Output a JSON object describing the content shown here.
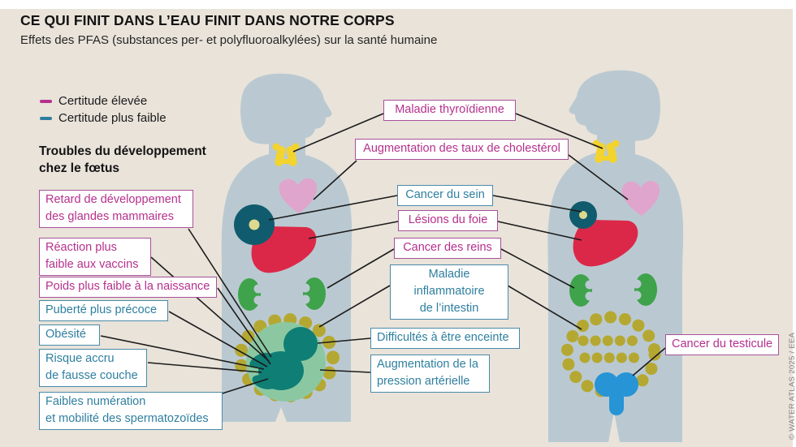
{
  "title": "CE QUI FINIT DANS L’EAU FINIT DANS NOTRE CORPS",
  "subtitle": "Effets des PFAS (substances per- et polyfluoroalkylées) sur la santé humaine",
  "legend": {
    "high": "Certitude élevée",
    "low": "Certitude plus faible"
  },
  "section_header": [
    "Troubles du développement",
    "chez le fœtus"
  ],
  "labels": [
    {
      "id": "mammary",
      "certainty": "high",
      "lines": [
        "Retard de développement",
        "des glandes mammaires"
      ]
    },
    {
      "id": "vaccines",
      "certainty": "high",
      "lines": [
        "Réaction plus",
        "faible aux vaccins"
      ]
    },
    {
      "id": "birth-weight",
      "certainty": "high",
      "lines": [
        "Poids plus faible à la naissance"
      ]
    },
    {
      "id": "puberty",
      "certainty": "low",
      "lines": [
        "Puberté plus précoce"
      ]
    },
    {
      "id": "obesity",
      "certainty": "low",
      "lines": [
        "Obésité"
      ]
    },
    {
      "id": "miscarriage",
      "certainty": "low",
      "lines": [
        "Risque accru",
        "de fausse couche"
      ]
    },
    {
      "id": "sperm",
      "certainty": "low",
      "lines": [
        "Faibles numération",
        "et mobilité des spermatozoïdes"
      ]
    },
    {
      "id": "thyroid-disease",
      "certainty": "high",
      "lines": [
        "Maladie thyroïdienne"
      ]
    },
    {
      "id": "cholesterol",
      "certainty": "high",
      "lines": [
        "Augmentation des taux de cholestérol"
      ]
    },
    {
      "id": "breast-cancer",
      "certainty": "low",
      "lines": [
        "Cancer du sein"
      ]
    },
    {
      "id": "liver-damage",
      "certainty": "high",
      "lines": [
        "Lésions du foie"
      ]
    },
    {
      "id": "kidney-cancer",
      "certainty": "high",
      "lines": [
        "Cancer des reins"
      ]
    },
    {
      "id": "ibd",
      "certainty": "low",
      "lines": [
        "Maladie",
        "inflammatoire",
        "de l’intestin"
      ]
    },
    {
      "id": "pregnancy",
      "certainty": "low",
      "lines": [
        "Difficultés à être enceinte"
      ]
    },
    {
      "id": "blood-pressure",
      "certainty": "low",
      "lines": [
        "Augmentation de la",
        "pression artérielle"
      ]
    },
    {
      "id": "testicular-cancer",
      "certainty": "high",
      "lines": [
        "Cancer du testicule"
      ]
    }
  ],
  "credit": "© WATER ATLAS 2025 / EEA",
  "colors": {
    "background": "#e9e3da",
    "body": "#bac9d1",
    "high_certainty": "#b5308c",
    "high_border": "#a8519a",
    "low_certainty": "#2e7f9f",
    "low_border": "#4a8aa8",
    "line": "#1c1c1c",
    "thyroid": "#f3d32e",
    "heart": "#dfa5cd",
    "breast": "#115b6e",
    "nipple": "#ddd98f",
    "liver": "#dc2848",
    "kidney": "#3ea34a",
    "intestine": "#b5a832",
    "womb": "#8bc8a2",
    "fetus": "#0f7e75",
    "testicle": "#2794d6",
    "credit_color": "#83837b"
  }
}
